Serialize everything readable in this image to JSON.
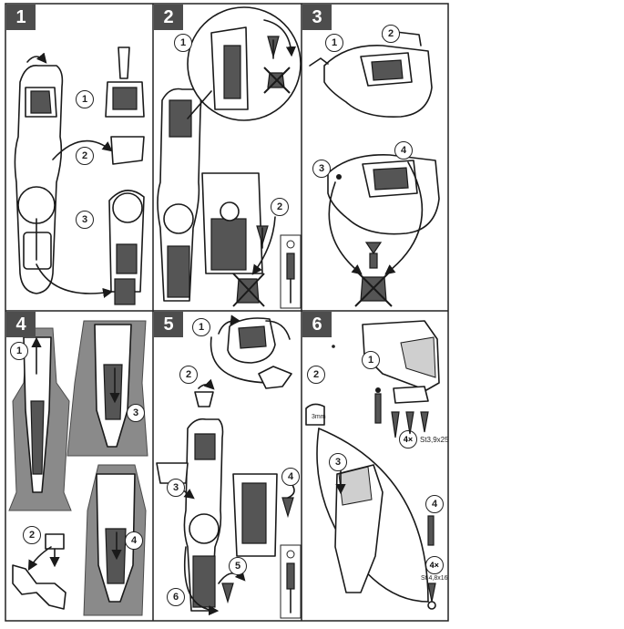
{
  "panels": [
    {
      "number": "1",
      "steps": [
        "1",
        "2",
        "3"
      ]
    },
    {
      "number": "2",
      "steps": [
        "1",
        "2"
      ]
    },
    {
      "number": "3",
      "steps": [
        "1",
        "2",
        "3",
        "4"
      ]
    },
    {
      "number": "4",
      "steps": [
        "1",
        "2",
        "3",
        "4"
      ]
    },
    {
      "number": "5",
      "steps": [
        "1",
        "2",
        "3",
        "4",
        "5",
        "6"
      ]
    },
    {
      "number": "6",
      "steps": [
        "1",
        "2",
        "3",
        "4"
      ],
      "screw_a": {
        "qty": "4×",
        "spec": "St3,9x25"
      },
      "screw_b": {
        "qty": "4×",
        "spec": "St 4,8x16"
      },
      "drill": "3mm"
    }
  ],
  "colors": {
    "badge": "#4d4d4d",
    "line": "#1a1a1a",
    "carpet": "#8a8a8a"
  }
}
